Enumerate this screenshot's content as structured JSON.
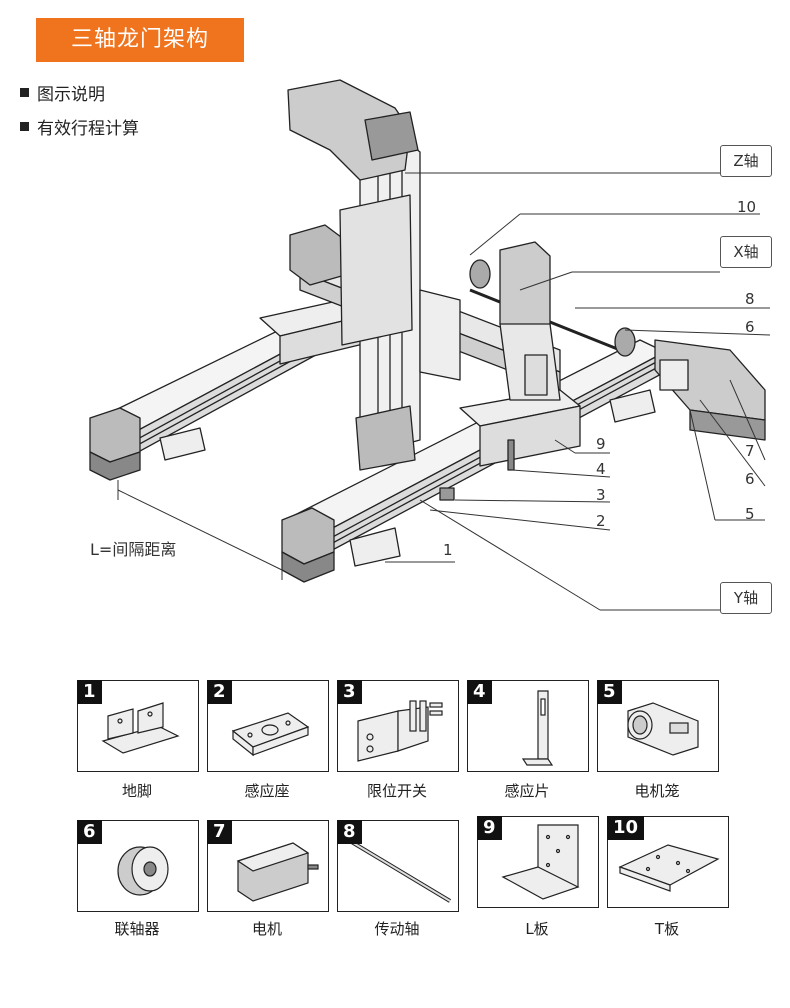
{
  "title": "三轴龙门架构",
  "bullets": [
    "图示说明",
    "有效行程计算"
  ],
  "axis_labels": {
    "z": "Z轴",
    "x": "X轴",
    "y": "Y轴"
  },
  "callouts": [
    "10",
    "8",
    "6",
    "9",
    "4",
    "3",
    "2",
    "1",
    "7",
    "6",
    "5"
  ],
  "distance_label": "L=间隔距离",
  "parts": [
    {
      "num": "1",
      "label": "地脚",
      "icon": "foot-bracket-icon"
    },
    {
      "num": "2",
      "label": "感应座",
      "icon": "sensor-seat-icon"
    },
    {
      "num": "3",
      "label": "限位开关",
      "icon": "limit-switch-icon"
    },
    {
      "num": "4",
      "label": "感应片",
      "icon": "sensor-plate-icon"
    },
    {
      "num": "5",
      "label": "电机笼",
      "icon": "motor-cage-icon"
    },
    {
      "num": "6",
      "label": "联轴器",
      "icon": "coupling-icon"
    },
    {
      "num": "7",
      "label": "电机",
      "icon": "motor-icon"
    },
    {
      "num": "8",
      "label": "传动轴",
      "icon": "drive-shaft-icon"
    },
    {
      "num": "9",
      "label": "L板",
      "icon": "l-plate-icon"
    },
    {
      "num": "10",
      "label": "T板",
      "icon": "t-plate-icon"
    }
  ],
  "colors": {
    "accent": "#f0731e",
    "line": "#222222"
  }
}
